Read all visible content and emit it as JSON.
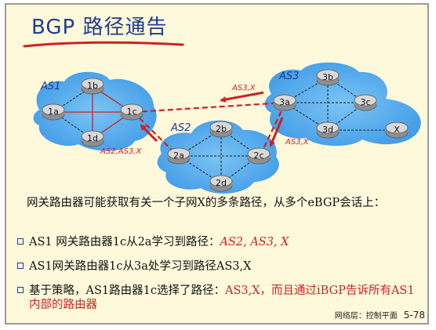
{
  "title": "BGP 路径通告",
  "as_labels": {
    "as1": "AS1",
    "as2": "AS2",
    "as3": "AS3"
  },
  "routers": {
    "r1a": "1a",
    "r1b": "1b",
    "r1c": "1c",
    "r1d": "1d",
    "r2a": "2a",
    "r2b": "2b",
    "r2c": "2c",
    "r2d": "2d",
    "r3a": "3a",
    "r3b": "3b",
    "r3c": "3c",
    "r3d": "3d",
    "rx": "X"
  },
  "advertisements": {
    "as3_x_top": "AS3,X",
    "as3_x_right": "AS3,X",
    "as2_as3_x": "AS2,AS3,X"
  },
  "paragraph": "网关路由器可能获取有关一个子网X的多条路径，从多个eBGP会话上：",
  "bullets": [
    {
      "prefix": "AS1 网关路由器1c从2a学习到路径：",
      "highlight": "AS2, AS3, X"
    },
    {
      "text": "AS1网关路由器1c从3a处学习到路径AS3,X"
    },
    {
      "prefix": "基于策略，AS1路由器1c选择了路径：",
      "highlight": "AS3,X，而且通过iBGP告诉所有AS1内部的路由器"
    }
  ],
  "footer": {
    "section": "网络层：控制平面",
    "page": "5-78"
  },
  "colors": {
    "title": "#1f3c8f",
    "cloud": "#3f9be6",
    "highlight": "#d12020",
    "slide_background": "#fff9dc"
  }
}
